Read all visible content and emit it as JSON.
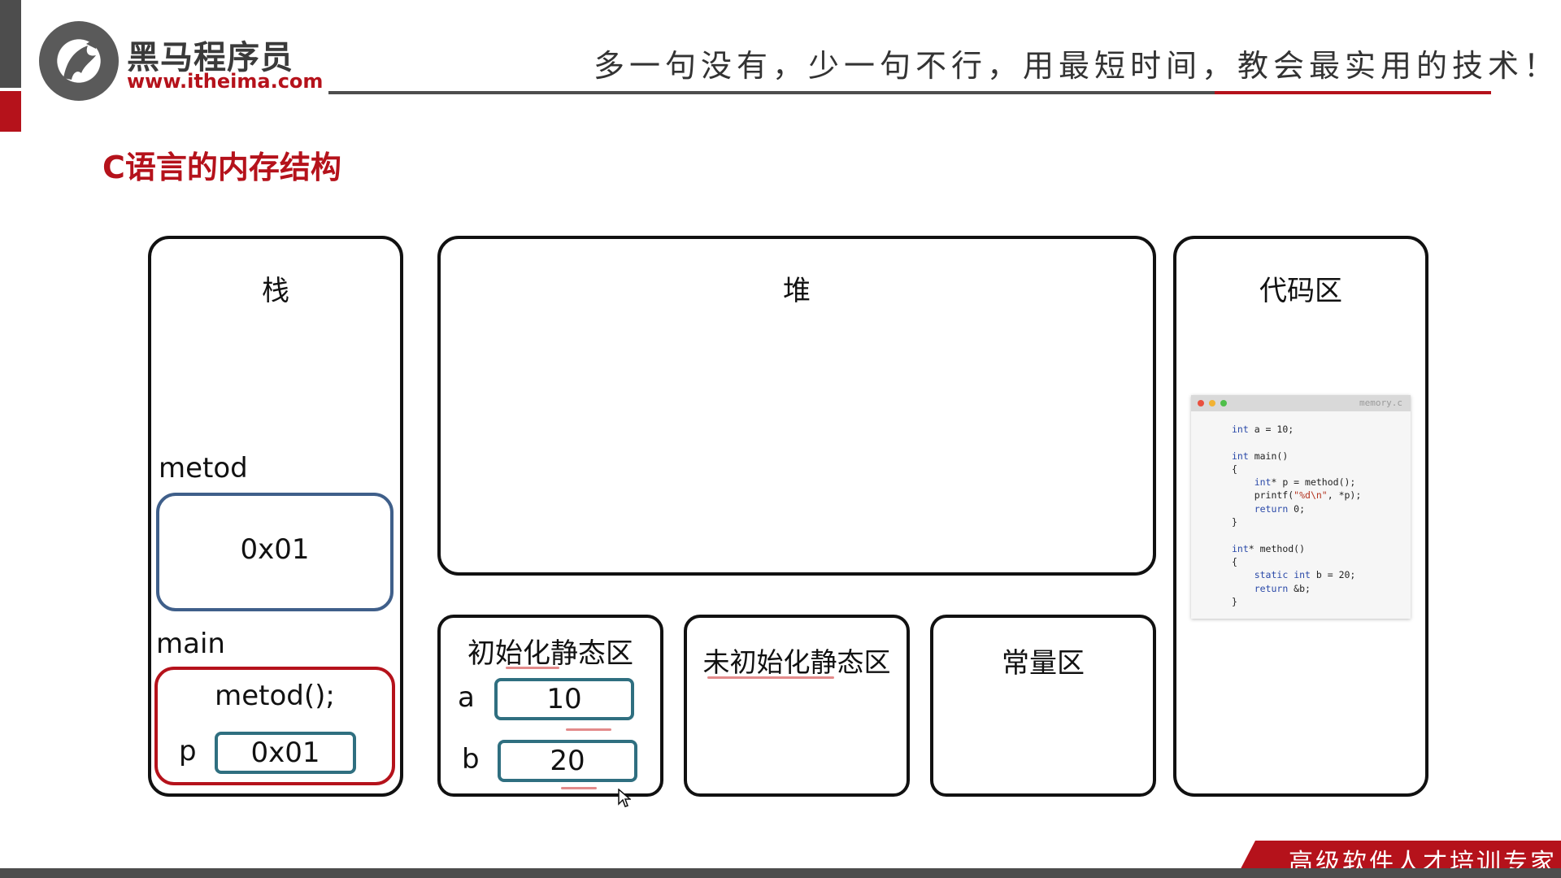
{
  "header": {
    "brand_name": "黑马程序员",
    "brand_url": "www.itheima.com",
    "slogan": "多一句没有，少一句不行，用最短时间，教会最实用的技术！"
  },
  "page_title": "C语言的内存结构",
  "stack": {
    "label": "栈",
    "method_frame_label": "metod",
    "method_value": "0x01",
    "main_frame_label": "main",
    "main_call": "metod();",
    "main_var_name": "p",
    "main_var_value": "0x01"
  },
  "heap": {
    "label": "堆"
  },
  "code_area": {
    "label": "代码区",
    "file_name": "memory.c",
    "code_lines": [
      "int a = 10;",
      "",
      "int main()",
      "{",
      "    int* p = method();",
      "    printf(\"%d\\n\", *p);",
      "    return 0;",
      "}",
      "",
      "int* method()",
      "{",
      "    static int b = 20;",
      "    return &b;",
      "}"
    ]
  },
  "init_static": {
    "label": "初始化静态区",
    "vars": [
      {
        "name": "a",
        "value": "10"
      },
      {
        "name": "b",
        "value": "20"
      }
    ]
  },
  "uninit_static": {
    "label": "未初始化静态区"
  },
  "constant_area": {
    "label": "常量区"
  },
  "footer": {
    "tagline": "高级软件人才培训专家"
  },
  "colors": {
    "brand_red": "#b5121b",
    "dark_gray": "#4d4d4d",
    "frame_blue": "#3f5f8a",
    "cell_teal": "#2f6f80",
    "underline_pink": "#e38a8a"
  }
}
